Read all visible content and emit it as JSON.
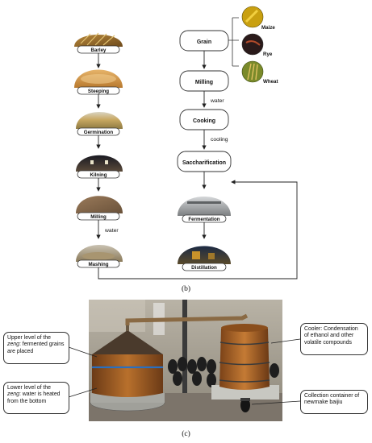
{
  "diagram_b": {
    "left_steps": [
      "Barley",
      "Steeping",
      "Germination",
      "Kilning",
      "Milling",
      "Mashing"
    ],
    "right_steps": [
      "Grain",
      "Milling",
      "Cooking",
      "Saccharification"
    ],
    "right_photo_steps": [
      "Fermentation",
      "Distillation"
    ],
    "grains": [
      "Maize",
      "Rye",
      "Wheat"
    ],
    "edge_labels": {
      "left_water": "water",
      "right_water": "water",
      "cooling": "cooling"
    },
    "caption": "(b)"
  },
  "photo_c": {
    "callouts": {
      "upper_pre": "Upper level of the ",
      "upper_em": "zeng",
      "upper_post": ": fermented grains are placed",
      "lower_pre": "Lower level of the ",
      "lower_em": "zeng",
      "lower_post": ": water is heated from the bottom",
      "cooler": "Cooler: Condensation of ethanol and other volatile compounds",
      "collection": "Collection container of newmake baijiu"
    },
    "caption": "(c)"
  }
}
